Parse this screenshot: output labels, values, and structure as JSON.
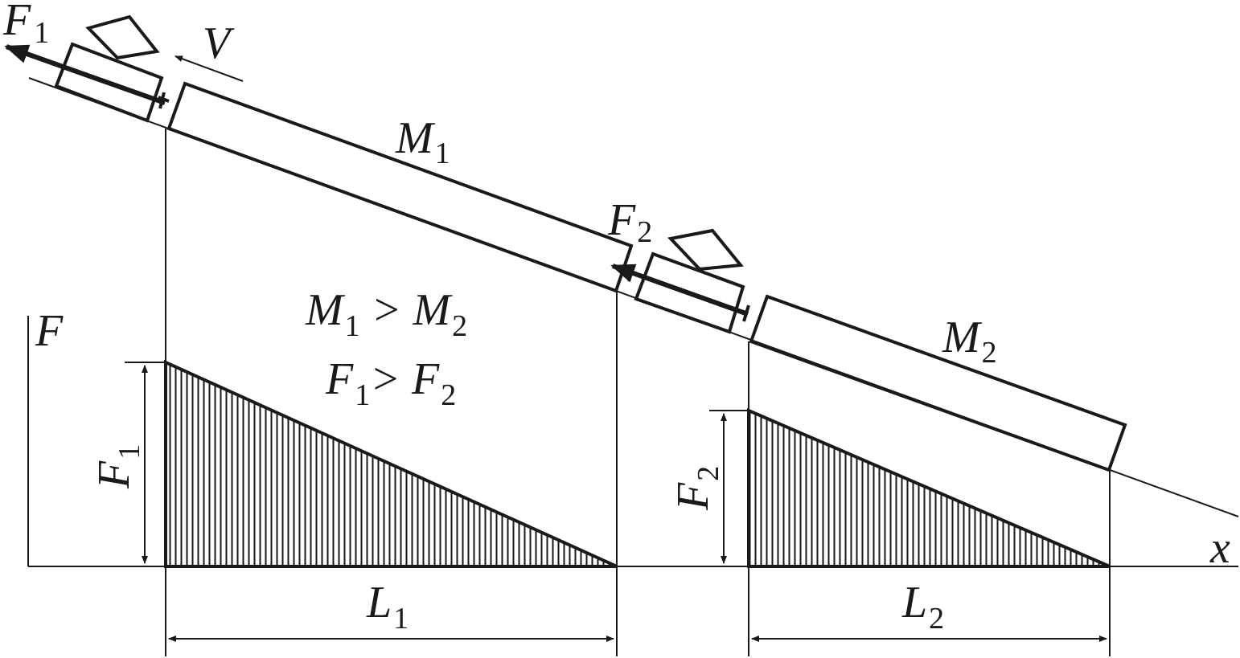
{
  "colors": {
    "ink": "#1a1a1a",
    "background": "#ffffff"
  },
  "labels": {
    "F1_top": {
      "main": "F",
      "sub": "1"
    },
    "V": "V",
    "M1": {
      "main": "M",
      "sub": "1"
    },
    "F2_top": {
      "main": "F",
      "sub": "2"
    },
    "M2": {
      "main": "M",
      "sub": "2"
    },
    "F_axis": "F",
    "x_axis": "x",
    "F1_dim": {
      "main": "F",
      "sub": "1"
    },
    "F2_dim": {
      "main": "F",
      "sub": "2"
    },
    "L1": {
      "main": "L",
      "sub": "1"
    },
    "L2": {
      "main": "L",
      "sub": "2"
    },
    "rel_mass": {
      "a": "M",
      "a_sub": "1",
      "op": " > ",
      "b": "M",
      "b_sub": "2"
    },
    "rel_force": {
      "a": "F",
      "a_sub": "1",
      "op": "> ",
      "b": "F",
      "b_sub": "2"
    }
  }
}
